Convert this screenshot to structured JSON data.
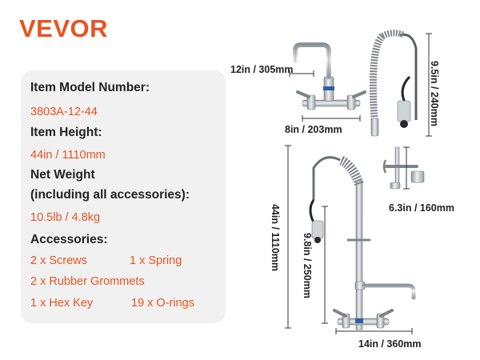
{
  "brand": {
    "logo_text": "VEVOR",
    "color": "#e8531f"
  },
  "specs": {
    "model_label": "Item Model Number:",
    "model_value": "3803A-12-44",
    "height_label": "Item Height:",
    "height_value": "44in / 1110mm",
    "weight_label_1": "Net Weight",
    "weight_label_2": "(including all accessories):",
    "weight_value": "10.5lb / 4.8kg",
    "accessories_label": "Accessories:",
    "accessories": [
      "2 x Screws",
      "1 x Spring",
      "2 x Rubber Grommets",
      "1 x Hex Key",
      "19 x O-rings"
    ]
  },
  "dimensions": {
    "spout_reach": "12in / 305mm",
    "faucet_width": "8in / 203mm",
    "hose_height": "9.5in / 240mm",
    "bracket_height": "6.3in / 160mm",
    "total_height": "44in / 1110mm",
    "sprayer_height": "9.8in / 250mm",
    "base_width": "14in / 360mm"
  }
}
